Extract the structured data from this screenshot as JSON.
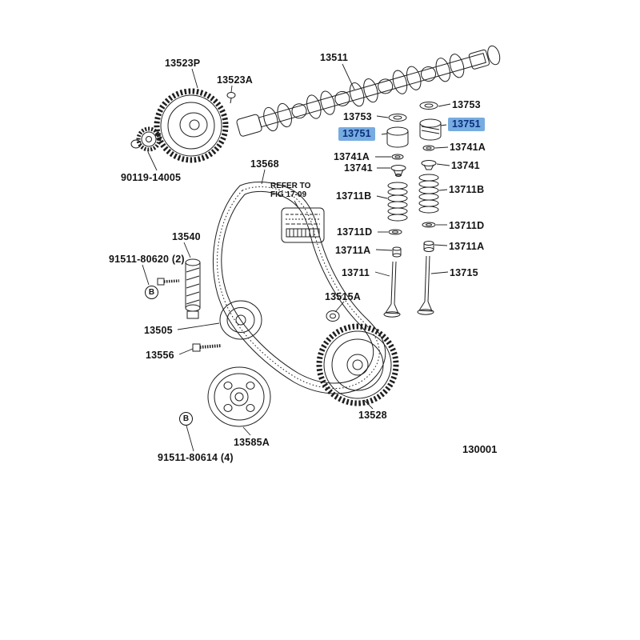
{
  "figure_number": "130001",
  "note": {
    "line1": "REFER TO",
    "line2": "FIG 17-09"
  },
  "callout": {
    "letter": "B"
  },
  "colors": {
    "highlight_bg": "#76ace0",
    "highlight_text": "#0a2d7e",
    "line": "#1f1f1f"
  },
  "labels": [
    {
      "text": "13523P"
    },
    {
      "text": "13511"
    },
    {
      "text": "13523A"
    },
    {
      "text": "90119-14005"
    },
    {
      "text": "13753"
    },
    {
      "text": "13753"
    },
    {
      "text": "13751",
      "highlighted": true
    },
    {
      "text": "13751",
      "highlighted": true
    },
    {
      "text": "13741A"
    },
    {
      "text": "13741A"
    },
    {
      "text": "13741"
    },
    {
      "text": "13741"
    },
    {
      "text": "13711B"
    },
    {
      "text": "13711B"
    },
    {
      "text": "13711D"
    },
    {
      "text": "13711D"
    },
    {
      "text": "13711A"
    },
    {
      "text": "13711A"
    },
    {
      "text": "13711"
    },
    {
      "text": "13715"
    },
    {
      "text": "13568"
    },
    {
      "text": "13540"
    },
    {
      "text": "91511-80620 (2)"
    },
    {
      "text": "13505"
    },
    {
      "text": "13556"
    },
    {
      "text": "13515A"
    },
    {
      "text": "13528"
    },
    {
      "text": "13585A"
    },
    {
      "text": "91511-80614 (4)"
    }
  ]
}
